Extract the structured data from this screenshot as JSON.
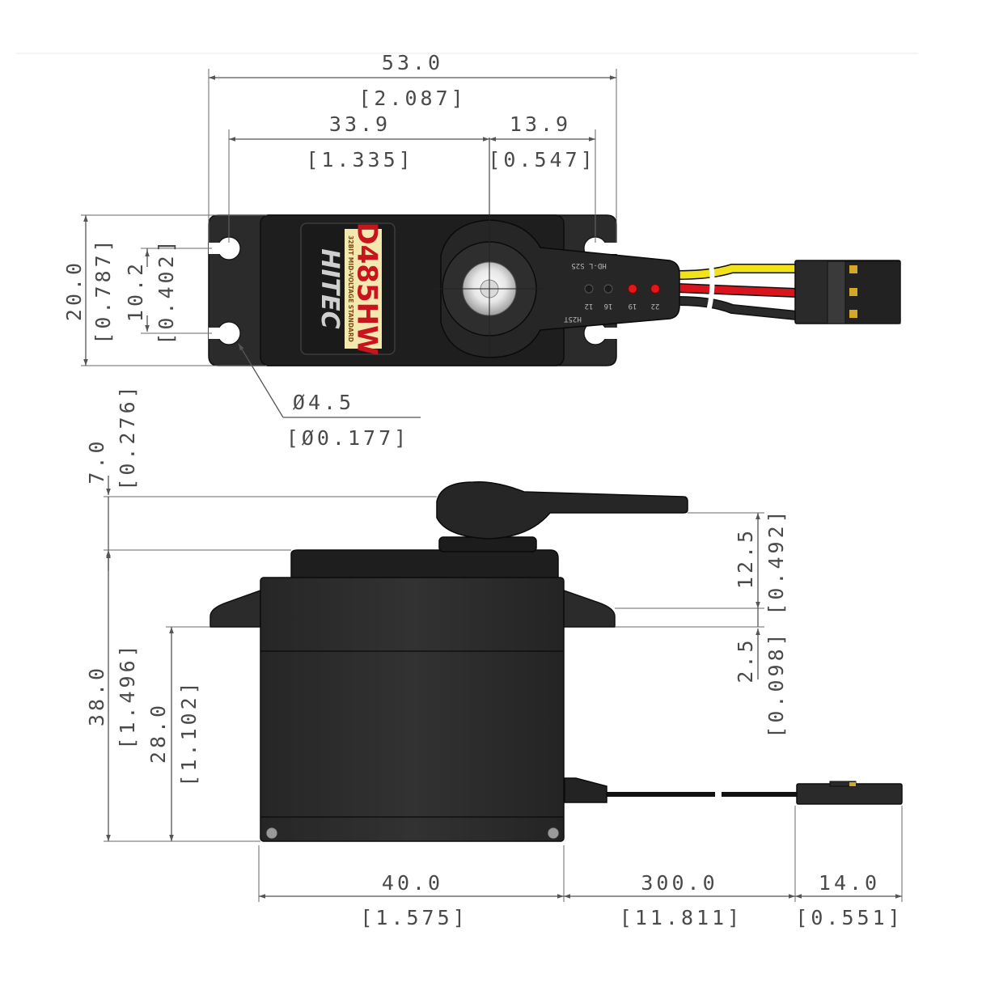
{
  "product": {
    "brand": "HITEC",
    "model": "D485HW",
    "subtitle": "32BIT MID-VOLTAGE STANDARD",
    "horn_code_top": "HD-L S25",
    "horn_code_bottom": "H25T",
    "horn_hole_labels": [
      "12",
      "16",
      "19",
      "22"
    ]
  },
  "dimensions": {
    "overall_length": {
      "mm": "53.0",
      "inch": "[2.087]"
    },
    "mount_to_shaft": {
      "mm": "33.9",
      "inch": "[1.335]"
    },
    "shaft_to_end": {
      "mm": "13.9",
      "inch": "[0.547]"
    },
    "body_width": {
      "mm": "20.0",
      "inch": "[0.787]"
    },
    "hole_spacing": {
      "mm": "10.2",
      "inch": "[0.402]"
    },
    "hole_diameter": {
      "mm": "Ø4.5",
      "inch": "[Ø0.177]"
    },
    "horn_height": {
      "mm": "7.0",
      "inch": "[0.276]"
    },
    "top_to_flange": {
      "mm": "12.5",
      "inch": "[0.492]"
    },
    "flange_thickness": {
      "mm": "2.5",
      "inch": "[0.098]"
    },
    "total_height": {
      "mm": "38.0",
      "inch": "[1.496]"
    },
    "below_flange": {
      "mm": "28.0",
      "inch": "[1.102]"
    },
    "case_length": {
      "mm": "40.0",
      "inch": "[1.575]"
    },
    "wire_length": {
      "mm": "300.0",
      "inch": "[11.811]"
    },
    "connector_length": {
      "mm": "14.0",
      "inch": "[0.551]"
    }
  },
  "colors": {
    "body": "#2b2b2b",
    "label_bg": "#f3e9b0",
    "label_text": "#c8141c",
    "wire_yellow": "#f2e21a",
    "wire_red": "#d8141c",
    "wire_black": "#1a1a1a",
    "dimension": "#555555"
  }
}
